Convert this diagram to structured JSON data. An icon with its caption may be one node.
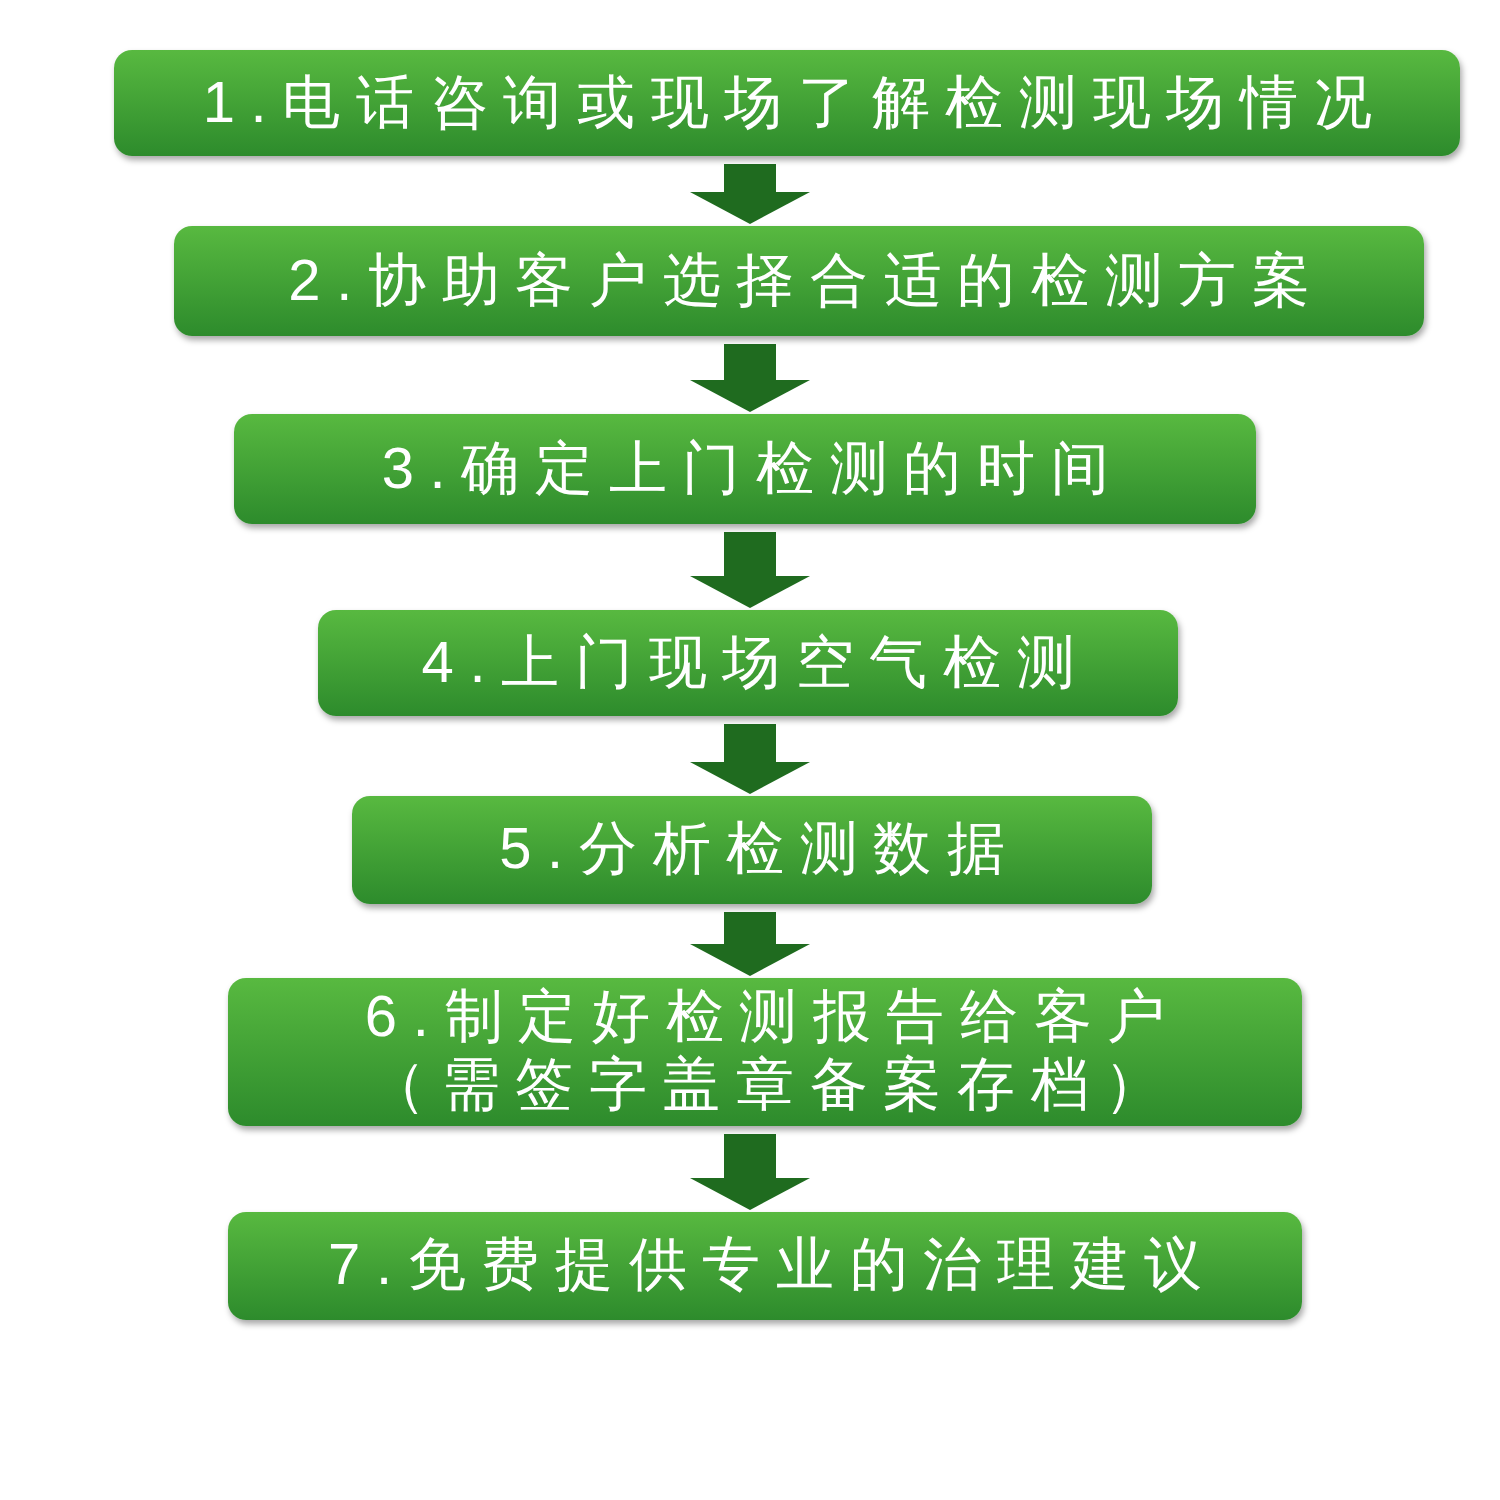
{
  "diagram": {
    "nodes": [
      {
        "text": [
          "1.电话咨询或现场了解检测现场情况"
        ]
      },
      {
        "text": [
          "2.协助客户选择合适的检测方案"
        ]
      },
      {
        "text": [
          "3.确定上门检测的时间"
        ]
      },
      {
        "text": [
          "4.上门现场空气检测"
        ]
      },
      {
        "text": [
          "5.分析检测数据"
        ]
      },
      {
        "text": [
          "6.制定好检测报告给客户（需签字盖章备案存档）"
        ]
      },
      {
        "text": [
          "7.免费提供专业的治理建议"
        ]
      }
    ],
    "edges": [
      {
        "from": 0,
        "to": 1,
        "arrow": "to"
      },
      {
        "from": 1,
        "to": 2,
        "arrow": "to"
      },
      {
        "from": 2,
        "to": 3,
        "arrow": "to"
      },
      {
        "from": 3,
        "to": 4,
        "arrow": "to"
      },
      {
        "from": 4,
        "to": 5,
        "arrow": "to"
      },
      {
        "from": 5,
        "to": 6,
        "arrow": "to"
      }
    ]
  }
}
